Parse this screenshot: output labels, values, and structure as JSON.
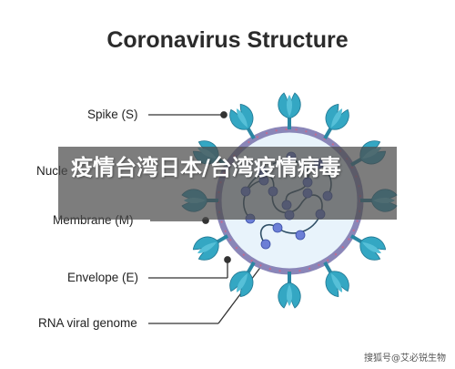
{
  "title": "Coronavirus Structure",
  "labels": {
    "spike": "Spike (S)",
    "nucleocapsid": "Nucle",
    "membrane": "Membrane (M)",
    "envelope": "Envelope (E)",
    "rna": "RNA viral genome"
  },
  "overlay": {
    "banner_text": "疫情台湾日本/台湾疫情病毒",
    "watermark": "搜狐号@艾必锐生物"
  },
  "colors": {
    "membrane": "#7f7faf",
    "inner": "#e6f2fb",
    "spike": "#2f9db8",
    "spike_dark": "#1e6f8a",
    "rna_node": "#6c7fd6",
    "rna_line": "#2f4f66",
    "envelope_marker": "#d25a7a"
  }
}
